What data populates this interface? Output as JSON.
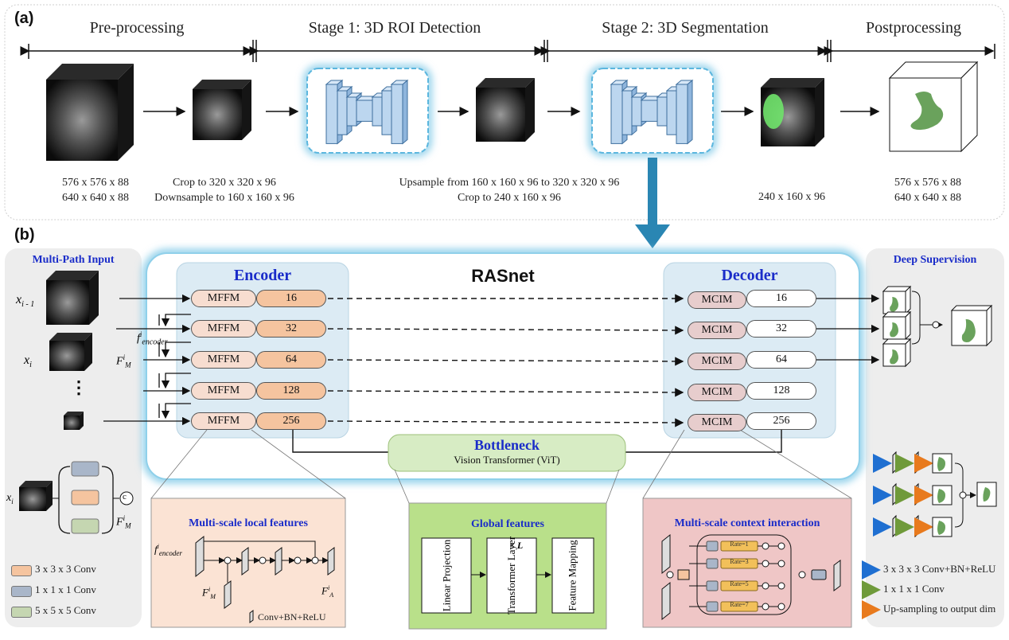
{
  "panel_a": {
    "label": "(a)",
    "stages": [
      "Pre-processing",
      "Stage 1: 3D ROI Detection",
      "Stage 2: 3D Segmentation",
      "Postprocessing"
    ],
    "dims": {
      "input": "576 x 576 x 88\n640 x 640 x 88",
      "crop": "Crop to 320 x 320 x 96\nDownsample to 160 x 160 x 96",
      "upsample": "Upsample from 160 x 160 x 96 to 320 x 320 x 96\nCrop to 240 x 160 x 96",
      "seg": "240 x 160 x 96",
      "output": "576 x 576 x 88\n640 x 640 x 88"
    }
  },
  "panel_b": {
    "label": "(b)",
    "title": "RASnet",
    "encoder": {
      "title": "Encoder",
      "module": "MFFM",
      "channels": [
        "16",
        "32",
        "64",
        "128",
        "256"
      ]
    },
    "decoder": {
      "title": "Decoder",
      "module": "MCIM",
      "channels": [
        "16",
        "32",
        "64",
        "128",
        "256"
      ]
    },
    "bottleneck": {
      "title": "Bottleneck",
      "subtitle": "Vision Transformer (ViT)"
    },
    "multi_path": {
      "title": "Multi-Path Input",
      "x_prev": "x",
      "x_prev_sub": "i - 1",
      "x_cur": "x",
      "x_cur_sub": "i",
      "dots": "⋮",
      "f_encoder": "f",
      "f_encoder_sup": "i",
      "f_encoder_sub": "encoder",
      "F_M": "F",
      "F_M_sup": "i",
      "F_M_sub": "M",
      "c_symbol": "c"
    },
    "deep_supervision": {
      "title": "Deep Supervision"
    },
    "legend_left": [
      "3 x 3 x 3 Conv",
      "1 x 1 x 1 Conv",
      "5 x 5 x 5 Conv"
    ],
    "legend_right": [
      "3 x 3 x 3 Conv+BN+ReLU",
      "1 x 1 x 1 Conv",
      "Up-sampling to output dim"
    ],
    "local_box": {
      "title": "Multi-scale local features",
      "f_encoder": "f",
      "f_encoder_sup": "i",
      "f_encoder_sub": "encoder",
      "F_M": "F",
      "F_M_sup": "i",
      "F_M_sub": "M",
      "F_A": "F",
      "F_A_sup": "i",
      "F_A_sub": "A",
      "legend": "Conv+BN+ReLU"
    },
    "global_box": {
      "title": "Global features",
      "blocks": [
        "Linear Projection",
        "Transformer Layer",
        "Feature Mapping"
      ],
      "xL": "× L"
    },
    "context_box": {
      "title": "Multi-scale context interaction",
      "rates": [
        "Rate=1",
        "Rate=3",
        "Rate=5",
        "Rate=7"
      ]
    }
  },
  "colors": {
    "orange_conv": "#f5c49f",
    "gray_conv": "#a9b6c9",
    "green_conv": "#c5d6b1",
    "arrow_blue": "#1f6fd1",
    "arrow_green": "#6f9a3a",
    "arrow_orange": "#e87a1d",
    "title_blue": "#1a2cc9",
    "glow": "#7cc7e6"
  }
}
